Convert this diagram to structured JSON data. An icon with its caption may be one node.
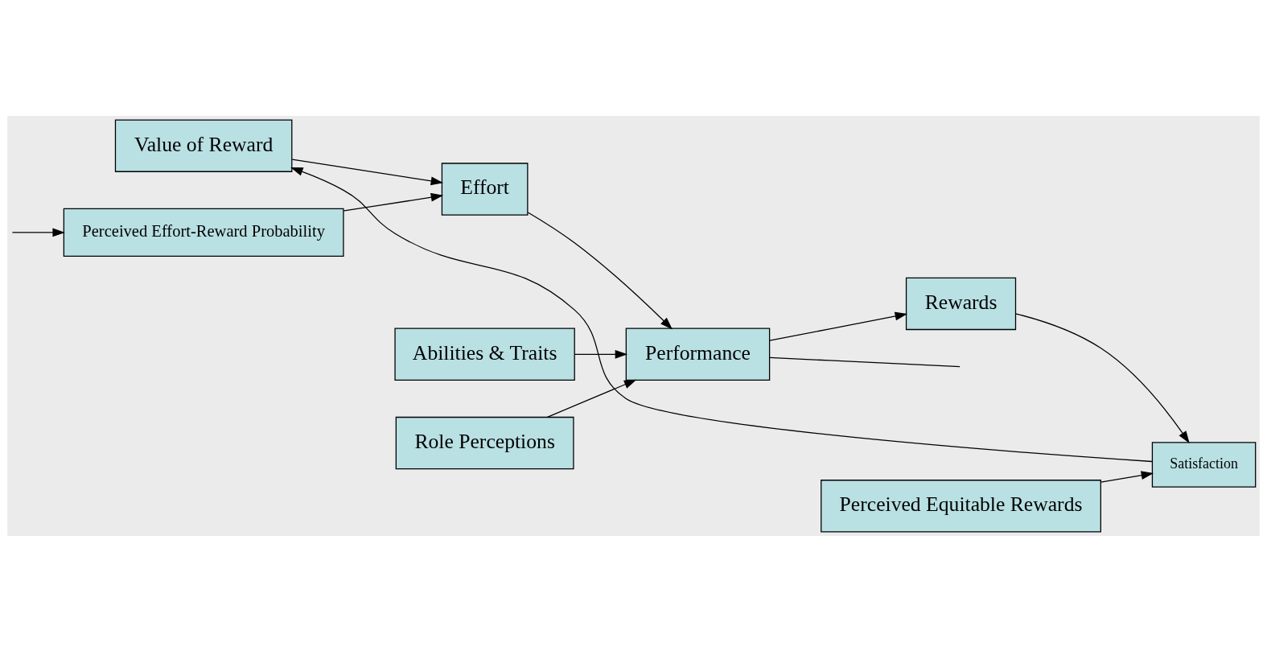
{
  "diagram": {
    "nodes": [
      {
        "text": [
          "Value of Reward"
        ]
      },
      {
        "text": [
          "Abilities & Traits"
        ]
      },
      {
        "text": [
          "Perceived Equitable Rewards"
        ]
      },
      {
        "text": [
          "Effort"
        ]
      },
      {
        "text": [
          "Performance"
        ]
      },
      {
        "text": [
          "Rewards"
        ]
      },
      {
        "text": [
          "Satisfaction"
        ]
      },
      {
        "text": [
          "Perceived Effort-Reward Probability"
        ]
      },
      {
        "text": [
          "Role Perceptions"
        ]
      }
    ],
    "edges": [
      {
        "from": 0,
        "to": 3,
        "arrow": "to"
      },
      {
        "from": 7,
        "to": 3,
        "arrow": "to"
      },
      {
        "from": 3,
        "to": 4,
        "arrow": "to"
      },
      {
        "from": 1,
        "to": 4,
        "arrow": "to"
      },
      {
        "from": 8,
        "to": 4,
        "arrow": "to"
      },
      {
        "from": 4,
        "to": 5,
        "arrow": "to"
      },
      {
        "from": 5,
        "to": 6,
        "arrow": "to"
      },
      {
        "from": 2,
        "to": 6,
        "arrow": "to"
      },
      {
        "from": 6,
        "to": 0,
        "arrow": "to"
      },
      {
        "from": 4,
        "to": null,
        "arrow": "none"
      },
      {
        "from": null,
        "to": 7,
        "arrow": "to"
      }
    ]
  }
}
